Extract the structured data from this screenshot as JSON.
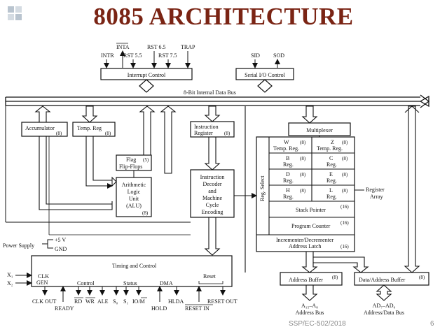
{
  "title": "8085 ARCHITECTURE",
  "footer": {
    "course": "SSP/EC-502/2018",
    "page": "6"
  },
  "signals": {
    "inta": "INTA",
    "rst65": "RST 6.5",
    "trap": "TRAP",
    "intr": "INTR",
    "rst55": "RST 5.5",
    "rst75": "RST 7.5",
    "sid": "SID",
    "sod": "SOD"
  },
  "blocks": {
    "interrupt_control": "Interrupt Control",
    "serial_io": "Serial I/O Control",
    "data_bus": "8-Bit Internal Data Bus",
    "accumulator": "Accumulator",
    "accumulator_bits": "(8)",
    "temp_reg": "Temp. Reg",
    "temp_reg_bits": "(8)",
    "flag_1": "Flag",
    "flag_bits": "(5)",
    "flag_2": "Flip-Flops",
    "alu": [
      "Arithmetic",
      "Logic",
      "Unit",
      "(ALU)"
    ],
    "alu_bits": "(8)",
    "instruction_register": [
      "Instruction",
      "Register"
    ],
    "instruction_register_bits": "(8)",
    "decoder": [
      "Instruction",
      "Decoder",
      "and",
      "Machine",
      "Cycle",
      "Encoding"
    ],
    "multiplexer": "Multiplexer",
    "reg_select": "Reg. Select",
    "register_array": [
      "Register",
      "Array"
    ],
    "stack_pointer": "Stack Pointer",
    "stack_pointer_bits": "(16)",
    "program_counter": "Program Counter",
    "program_counter_bits": "(16)",
    "incrementer": [
      "Incrementer/Decrementer",
      "Address Latch"
    ],
    "incrementer_bits": "(16)",
    "timing_control": "Timing and Control",
    "power_supply": "Power Supply",
    "plus5v": "+5 V",
    "gnd": "GND",
    "x1": "X₁",
    "x2": "X₂",
    "clk_gen": [
      "CLK",
      "GEN"
    ],
    "control": "Control",
    "status": "Status",
    "dma": "DMA",
    "reset": "Reset",
    "address_buffer": "Address Buffer",
    "address_buffer_bits": "(8)",
    "data_address_buffer": "Data/Address Buffer",
    "data_address_buffer_bits": "(8)",
    "address_bus": [
      "A₁₅–A₈",
      "Address Bus"
    ],
    "data_bus_out": [
      "AD₇–AD₀",
      "Address/Data Bus"
    ]
  },
  "registers": [
    {
      "name": "W",
      "bits": "(8)",
      "label": "Temp. Reg."
    },
    {
      "name": "Z",
      "bits": "(8)",
      "label": "Temp. Reg."
    },
    {
      "name": "B",
      "bits": "(8)",
      "label": "Reg."
    },
    {
      "name": "C",
      "bits": "(8)",
      "label": "Reg."
    },
    {
      "name": "D",
      "bits": "(8)",
      "label": "Reg."
    },
    {
      "name": "E",
      "bits": "(8)",
      "label": "Reg."
    },
    {
      "name": "H",
      "bits": "(8)",
      "label": "Reg."
    },
    {
      "name": "L",
      "bits": "(8)",
      "label": "Reg."
    }
  ],
  "bottom_signals": {
    "clk_out": "CLK OUT",
    "ready": "READY",
    "rd": "RD",
    "wr": "WR",
    "ale": "ALE",
    "s0": "S₀",
    "s1": "S₁",
    "io_m": "IO/M",
    "hold": "HOLD",
    "hlda": "HLDA",
    "reset_in": "RESET IN",
    "reset_out": "RESET OUT"
  }
}
